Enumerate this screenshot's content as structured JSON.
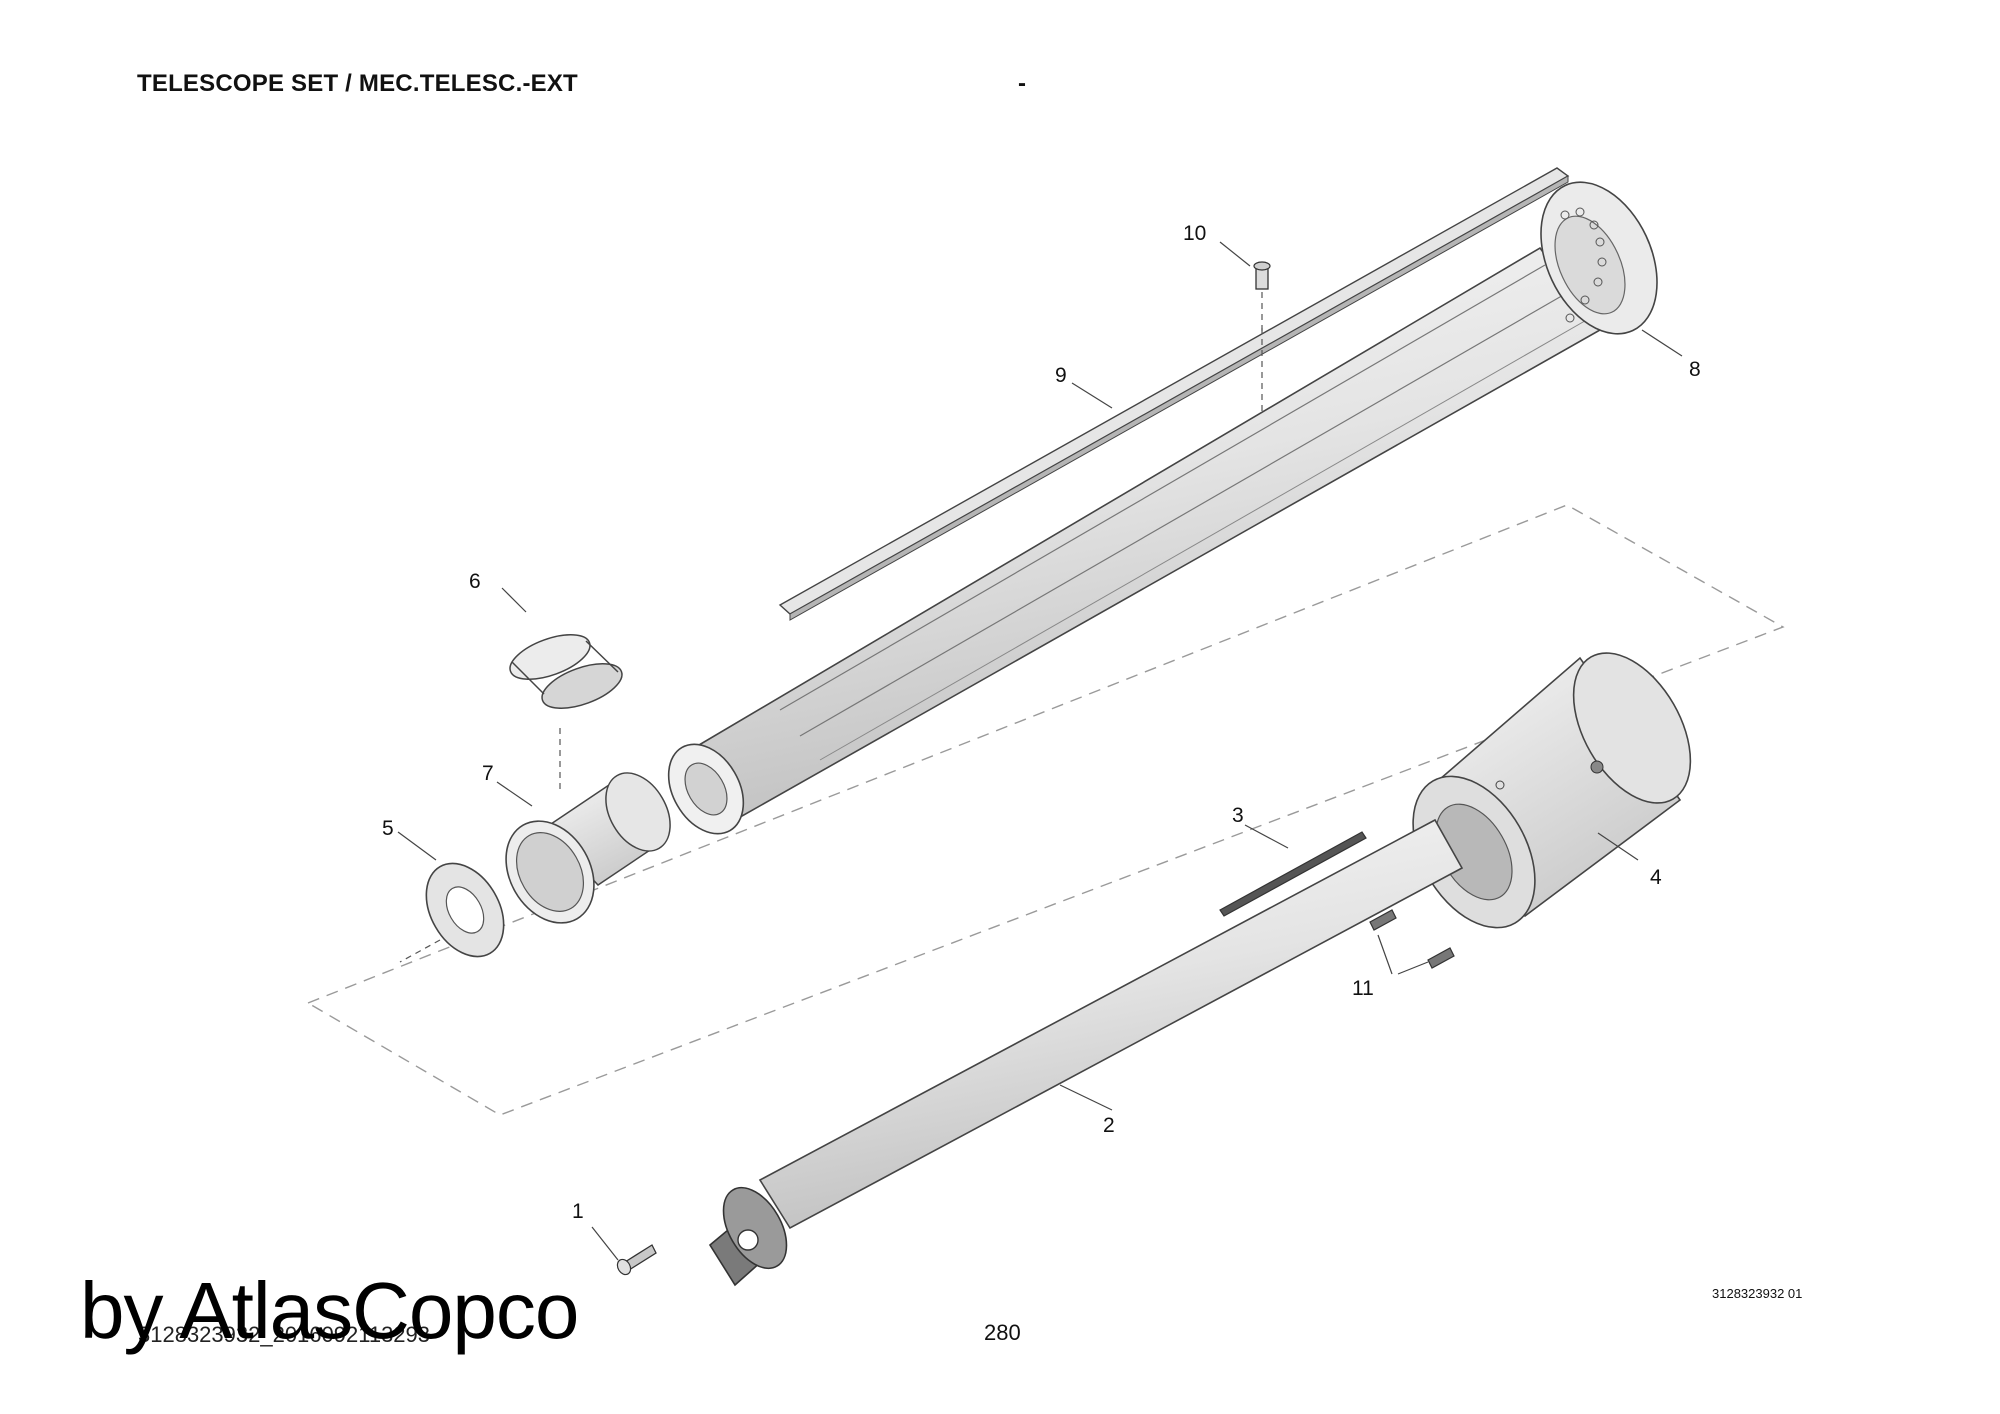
{
  "header": {
    "title": "TELESCOPE SET / MEC.TELESC.-EXT",
    "dash": "-"
  },
  "callouts": [
    "1",
    "2",
    "3",
    "4",
    "5",
    "6",
    "7",
    "8",
    "9",
    "10",
    "11"
  ],
  "footer": {
    "doc_ref": "3128323932 01",
    "page_number": "280",
    "file_id": "3128323932_2016092113293",
    "brand": "by AtlasCopco"
  }
}
